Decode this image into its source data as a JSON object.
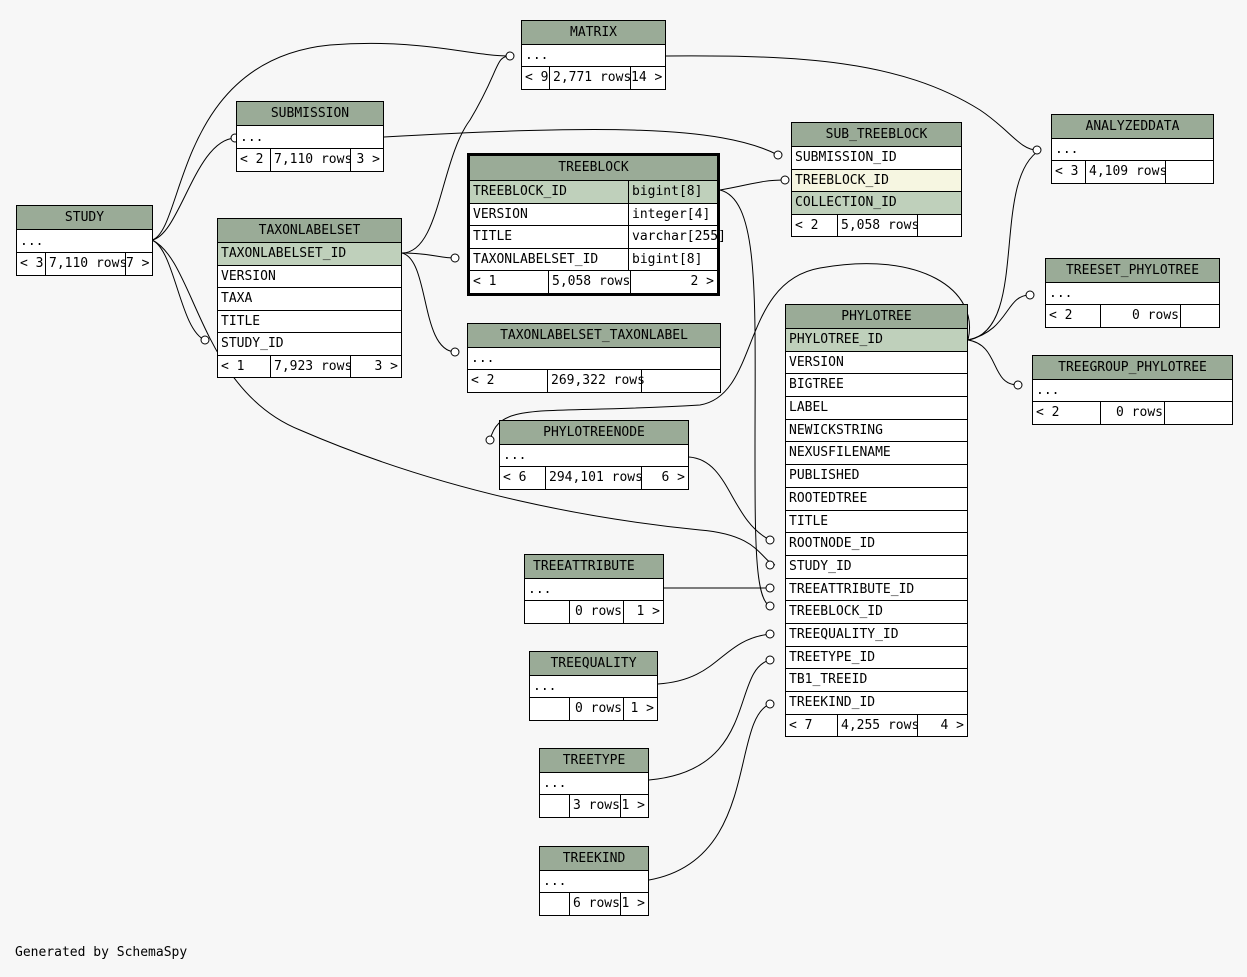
{
  "footer": "Generated by SchemaSpy",
  "tables": {
    "matrix": {
      "name": "MATRIX",
      "rows": [
        "..."
      ],
      "foot": [
        "< 9",
        "2,771 rows",
        "14 >"
      ]
    },
    "submission": {
      "name": "SUBMISSION",
      "rows": [
        "..."
      ],
      "foot": [
        "< 2",
        "7,110 rows",
        "3 >"
      ]
    },
    "study": {
      "name": "STUDY",
      "rows": [
        "..."
      ],
      "foot": [
        "< 3",
        "7,110 rows",
        "7 >"
      ]
    },
    "taxonlabelset": {
      "name": "TAXONLABELSET",
      "rows": [
        "TAXONLABELSET_ID",
        "VERSION",
        "TAXA",
        "TITLE",
        "STUDY_ID"
      ],
      "foot": [
        "< 1",
        "7,923 rows",
        "3 >"
      ]
    },
    "treeblock": {
      "name": "TREEBLOCK",
      "rows": [
        [
          "TREEBLOCK_ID",
          "bigint[8]"
        ],
        [
          "VERSION",
          "integer[4]"
        ],
        [
          "TITLE",
          "varchar[255]"
        ],
        [
          "TAXONLABELSET_ID",
          "bigint[8]"
        ]
      ],
      "foot": [
        "< 1",
        "5,058 rows",
        "2 >"
      ]
    },
    "sub_treeblock": {
      "name": "SUB_TREEBLOCK",
      "rows": [
        "SUBMISSION_ID",
        "TREEBLOCK_ID",
        "COLLECTION_ID"
      ],
      "foot": [
        "< 2",
        "5,058 rows",
        ""
      ]
    },
    "analyzeddata": {
      "name": "ANALYZEDDATA",
      "rows": [
        "..."
      ],
      "foot": [
        "< 3",
        "4,109 rows",
        ""
      ]
    },
    "treeset_phylotree": {
      "name": "TREESET_PHYLOTREE",
      "rows": [
        "..."
      ],
      "foot": [
        "< 2",
        "0 rows",
        ""
      ]
    },
    "treegroup_phylotree": {
      "name": "TREEGROUP_PHYLOTREE",
      "rows": [
        "..."
      ],
      "foot": [
        "< 2",
        "0 rows",
        ""
      ]
    },
    "taxonlabelset_taxonlabel": {
      "name": "TAXONLABELSET_TAXONLABEL",
      "rows": [
        "..."
      ],
      "foot": [
        "< 2",
        "269,322 rows",
        ""
      ]
    },
    "phylotreenode": {
      "name": "PHYLOTREENODE",
      "rows": [
        "..."
      ],
      "foot": [
        "< 6",
        "294,101 rows",
        "6 >"
      ]
    },
    "phylotree": {
      "name": "PHYLOTREE",
      "rows": [
        "PHYLOTREE_ID",
        "VERSION",
        "BIGTREE",
        "LABEL",
        "NEWICKSTRING",
        "NEXUSFILENAME",
        "PUBLISHED",
        "ROOTEDTREE",
        "TITLE",
        "ROOTNODE_ID",
        "STUDY_ID",
        "TREEATTRIBUTE_ID",
        "TREEBLOCK_ID",
        "TREEQUALITY_ID",
        "TREETYPE_ID",
        "TB1_TREEID",
        "TREEKIND_ID"
      ],
      "foot": [
        "< 7",
        "4,255 rows",
        "4 >"
      ]
    },
    "treeattribute": {
      "name": "TREEATTRIBUTE",
      "rows": [
        "..."
      ],
      "foot": [
        "",
        "0 rows",
        "1 >"
      ]
    },
    "treequality": {
      "name": "TREEQUALITY",
      "rows": [
        "..."
      ],
      "foot": [
        "",
        "0 rows",
        "1 >"
      ]
    },
    "treetype": {
      "name": "TREETYPE",
      "rows": [
        "..."
      ],
      "foot": [
        "",
        "3 rows",
        "1 >"
      ]
    },
    "treekind": {
      "name": "TREEKIND",
      "rows": [
        "..."
      ],
      "foot": [
        "",
        "6 rows",
        "1 >"
      ]
    }
  }
}
